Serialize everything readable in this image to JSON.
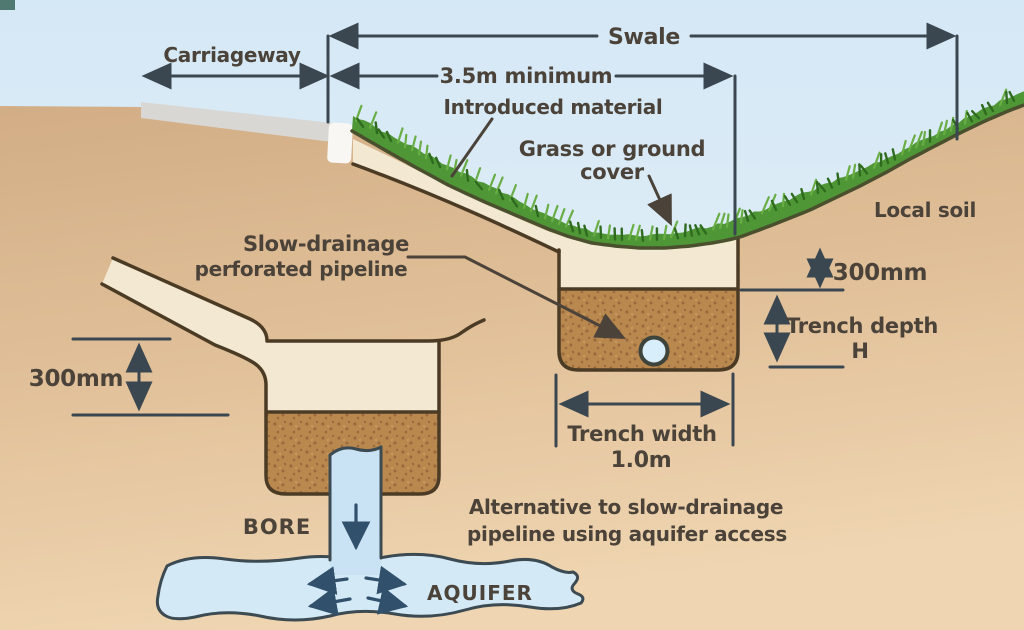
{
  "diagram": {
    "labels": {
      "carriageway": "Carriageway",
      "swale": "Swale",
      "min_width": "3.5m minimum",
      "introduced_material": "Introduced material",
      "grass_cover_line1": "Grass or ground",
      "grass_cover_line2": "cover",
      "local_soil": "Local soil",
      "cover_depth_right": "300mm",
      "trench_depth_line1": "Trench depth",
      "trench_depth_line2": "H",
      "trench_width_line1": "Trench width",
      "trench_width_line2": "1.0m",
      "cover_depth_left": "300mm",
      "pipeline_line1": "Slow-drainage",
      "pipeline_line2": "perforated pipeline",
      "bore": "BORE",
      "aquifer": "AQUIFER",
      "alternative_line1": "Alternative to slow-drainage",
      "alternative_line2": "pipeline using aquifer access"
    },
    "colors": {
      "sky_top": "#d5e8f5",
      "sky_bottom": "#e6f2fa",
      "soil_top": "#d2ad85",
      "soil_mid": "#e2c29b",
      "soil_bottom": "#efd5b1",
      "road": "#d8d7d3",
      "kerb": "#f8f7f3",
      "grass": "#4e9636",
      "grass_dark": "#2f6b1e",
      "grass_light": "#69ad45",
      "introduced_fill": "#f3e9d3",
      "gravel": "#b9884f",
      "gravel_speck": "#7d5430",
      "water": "#d4e9f6",
      "bore": "#c9e3f4",
      "pipe": "#d9eefb",
      "water_outline": "#3c4a52",
      "outline": "#4b3b25",
      "soil_line": "#4a4f2d",
      "dimension": "#3b4750",
      "flow": "#31506b",
      "text": "#4b4339"
    }
  }
}
